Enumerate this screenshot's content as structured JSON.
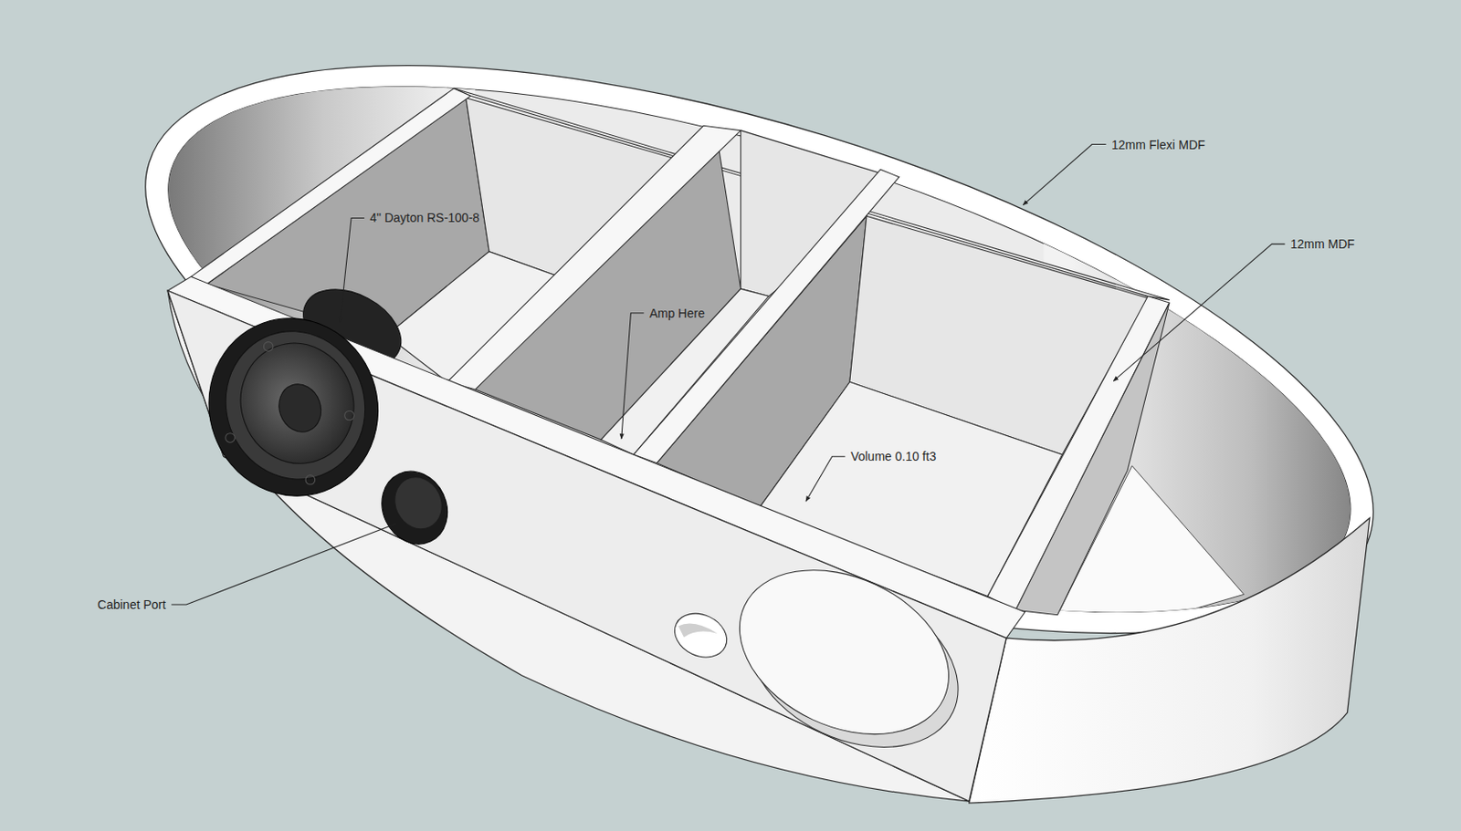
{
  "diagram": {
    "labels": [
      "12mm Flexi MDF",
      "4\" Dayton RS-100-8",
      "12mm MDF",
      "Amp Here",
      "Volume 0.10 ft3",
      "Cabinet Port"
    ]
  }
}
